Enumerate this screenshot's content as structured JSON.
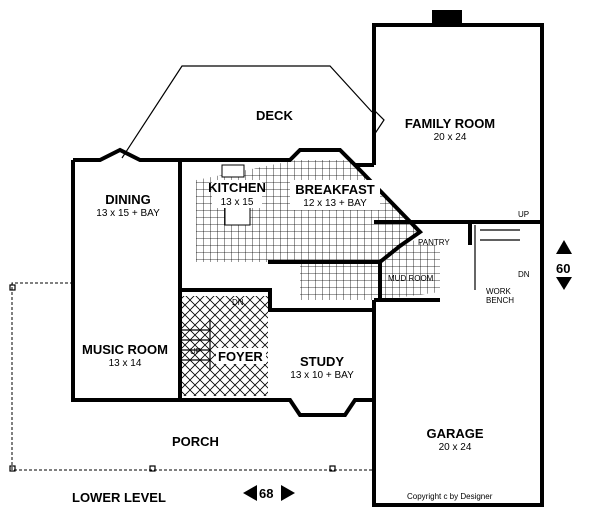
{
  "title": "LOWER LEVEL",
  "rooms": {
    "deck": {
      "name": "DECK"
    },
    "family_room": {
      "name": "FAMILY ROOM",
      "size": "20 x 24"
    },
    "dining": {
      "name": "DINING",
      "size": "13 x 15 + BAY"
    },
    "kitchen": {
      "name": "KITCHEN",
      "size": "13 x 15"
    },
    "breakfast": {
      "name": "BREAKFAST",
      "size": "12 x 13 + BAY"
    },
    "pantry": {
      "name": "PANTRY"
    },
    "mud_room": {
      "name": "MUD ROOM"
    },
    "work_bench": {
      "line1": "WORK",
      "line2": "BENCH"
    },
    "music_room": {
      "name": "MUSIC ROOM",
      "size": "13 x 14"
    },
    "foyer": {
      "name": "FOYER"
    },
    "study": {
      "name": "STUDY",
      "size": "13 x 10 + BAY"
    },
    "porch": {
      "name": "PORCH"
    },
    "garage": {
      "name": "GARAGE",
      "size": "20 x 24"
    }
  },
  "stairs": {
    "up": "UP",
    "dn": "DN"
  },
  "dimensions": {
    "width": "68",
    "depth": "60"
  },
  "copyright": "Copyright  c  by Designer"
}
